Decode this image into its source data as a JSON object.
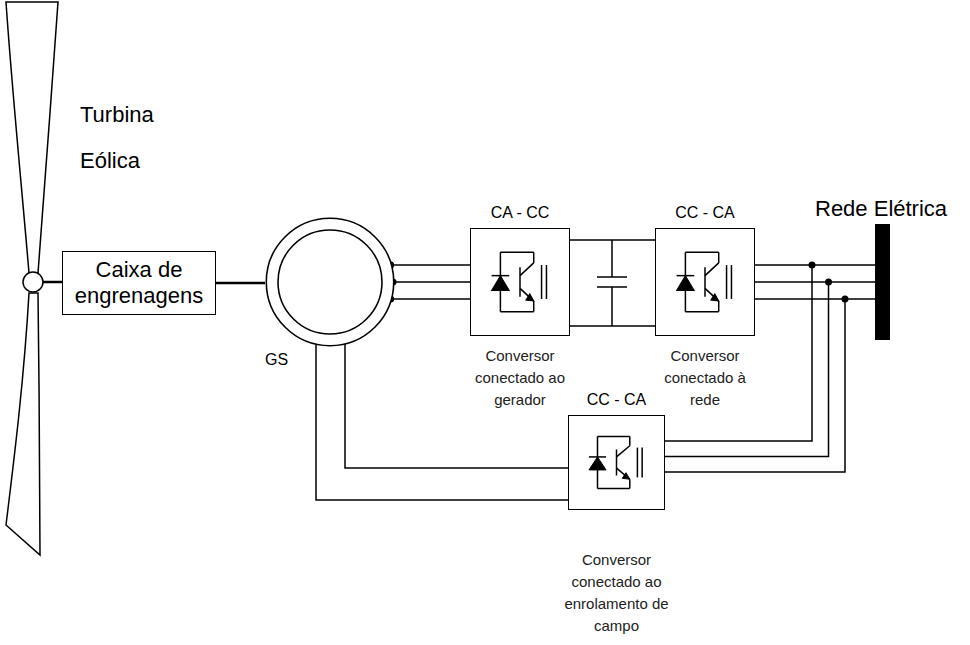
{
  "diagram": {
    "nodes": [
      {
        "text": [
          "Caixa de engrenagens"
        ]
      },
      {
        "text": [
          "GS"
        ]
      },
      {
        "text": [
          "CA - CC",
          "Conversor conectado ao gerador"
        ]
      },
      {
        "text": [
          "CC - CA",
          "Conversor conectado à rede"
        ]
      },
      {
        "text": [
          "Rede Elétrica"
        ]
      },
      {
        "text": [
          "CC - CA",
          "Conversor conectado ao enrolamento de campo"
        ]
      }
    ],
    "edges": [
      {
        "from": 0,
        "to": 1,
        "arrow": "none"
      },
      {
        "from": 1,
        "to": 2,
        "arrow": "none"
      },
      {
        "from": 2,
        "to": 3,
        "arrow": "none"
      },
      {
        "from": 3,
        "to": 4,
        "arrow": "none"
      },
      {
        "from": 5,
        "to": 4,
        "arrow": "none"
      },
      {
        "from": 1,
        "to": 5,
        "arrow": "none"
      }
    ],
    "labels": [
      "Turbina Eólica"
    ]
  }
}
